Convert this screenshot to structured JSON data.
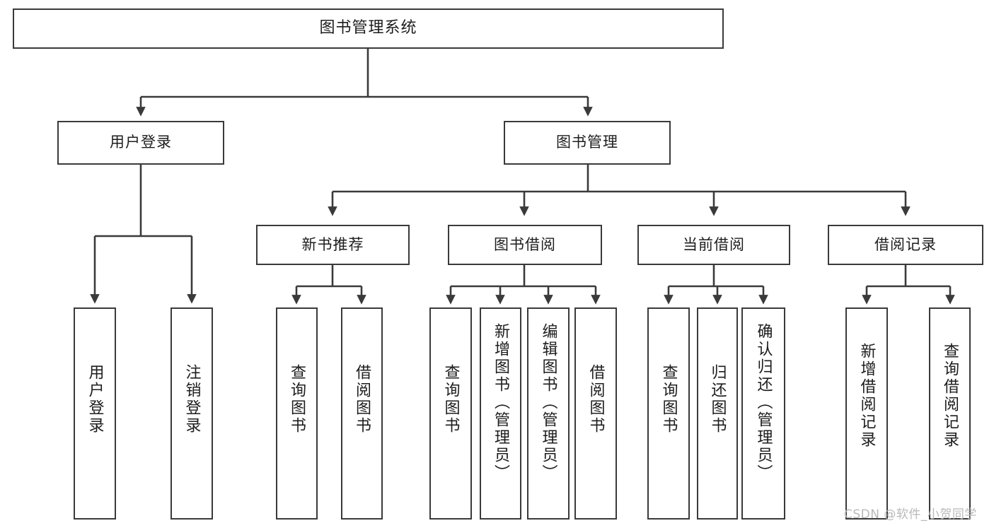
{
  "diagram": {
    "title": "图书管理系统",
    "type": "functional-structure-tree",
    "root": {
      "label": "图书管理系统"
    },
    "level2": [
      {
        "label": "用户登录"
      },
      {
        "label": "图书管理"
      }
    ],
    "level3": [
      {
        "label": "新书推荐"
      },
      {
        "label": "图书借阅"
      },
      {
        "label": "当前借阅"
      },
      {
        "label": "借阅记录"
      }
    ],
    "leaves": {
      "user_login": [
        {
          "label": "用户登录"
        },
        {
          "label": "注销登录"
        }
      ],
      "new_book_recommend": [
        {
          "label": "查询图书"
        },
        {
          "label": "借阅图书"
        }
      ],
      "book_borrow": [
        {
          "label": "查询图书"
        },
        {
          "label": "新增图书（管理员）"
        },
        {
          "label": "编辑图书（管理员）"
        },
        {
          "label": "借阅图书"
        }
      ],
      "current_borrow": [
        {
          "label": "查询图书"
        },
        {
          "label": "归还图书"
        },
        {
          "label": "确认归还（管理员）"
        }
      ],
      "borrow_record": [
        {
          "label": "新增借阅记录"
        },
        {
          "label": "查询借阅记录"
        }
      ]
    }
  },
  "watermark": {
    "text": "CSDN @软件_小贺同学"
  },
  "colors": {
    "stroke": "#3a3a3a",
    "text": "#1d1d1d",
    "background": "#ffffff",
    "watermark": "#b9b9b9"
  }
}
